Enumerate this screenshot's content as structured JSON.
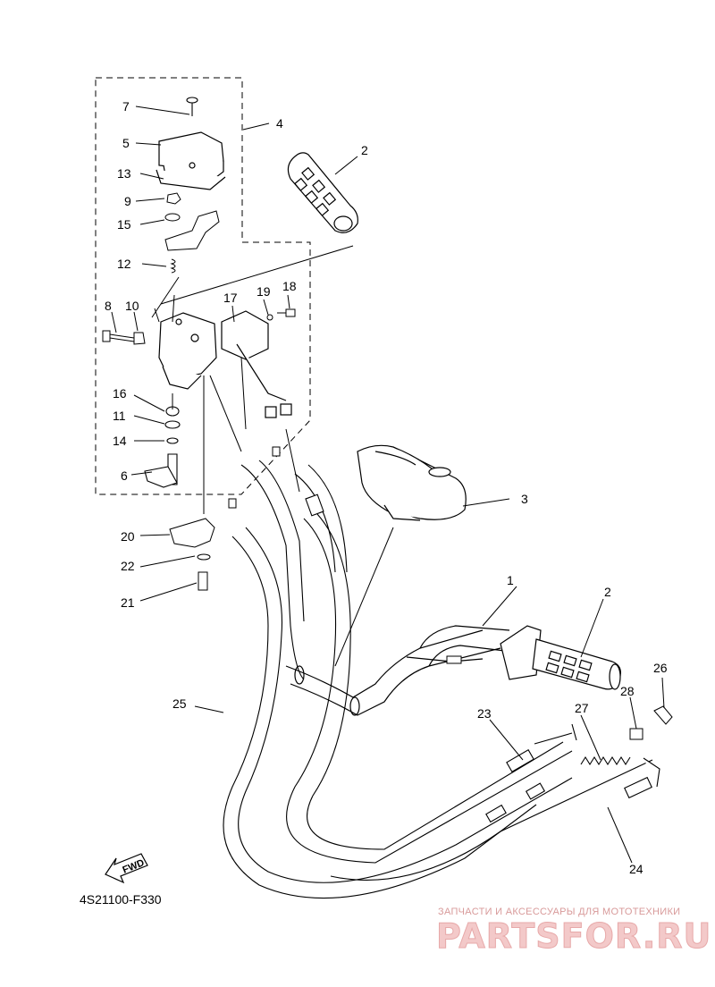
{
  "diagram": {
    "code": "4S21100-F330",
    "fwd_label": "FWD",
    "callouts": [
      {
        "id": "1",
        "text": "1"
      },
      {
        "id": "2a",
        "text": "2"
      },
      {
        "id": "2b",
        "text": "2"
      },
      {
        "id": "3",
        "text": "3"
      },
      {
        "id": "4",
        "text": "4"
      },
      {
        "id": "5",
        "text": "5"
      },
      {
        "id": "6",
        "text": "6"
      },
      {
        "id": "7",
        "text": "7"
      },
      {
        "id": "8",
        "text": "8"
      },
      {
        "id": "9",
        "text": "9"
      },
      {
        "id": "10",
        "text": "10"
      },
      {
        "id": "11",
        "text": "11"
      },
      {
        "id": "12",
        "text": "12"
      },
      {
        "id": "13",
        "text": "13"
      },
      {
        "id": "14",
        "text": "14"
      },
      {
        "id": "15",
        "text": "15"
      },
      {
        "id": "16",
        "text": "16"
      },
      {
        "id": "17",
        "text": "17"
      },
      {
        "id": "18",
        "text": "18"
      },
      {
        "id": "19",
        "text": "19"
      },
      {
        "id": "20",
        "text": "20"
      },
      {
        "id": "21",
        "text": "21"
      },
      {
        "id": "22",
        "text": "22"
      },
      {
        "id": "23",
        "text": "23"
      },
      {
        "id": "24",
        "text": "24"
      },
      {
        "id": "25",
        "text": "25"
      },
      {
        "id": "26",
        "text": "26"
      },
      {
        "id": "27",
        "text": "27"
      },
      {
        "id": "28",
        "text": "28"
      }
    ]
  },
  "watermark": {
    "top_text": "ЗАПЧАСТИ И АКСЕССУАРЫ ДЛЯ МОТОТЕХНИКИ",
    "brand": "PARTSFOR.RU"
  }
}
